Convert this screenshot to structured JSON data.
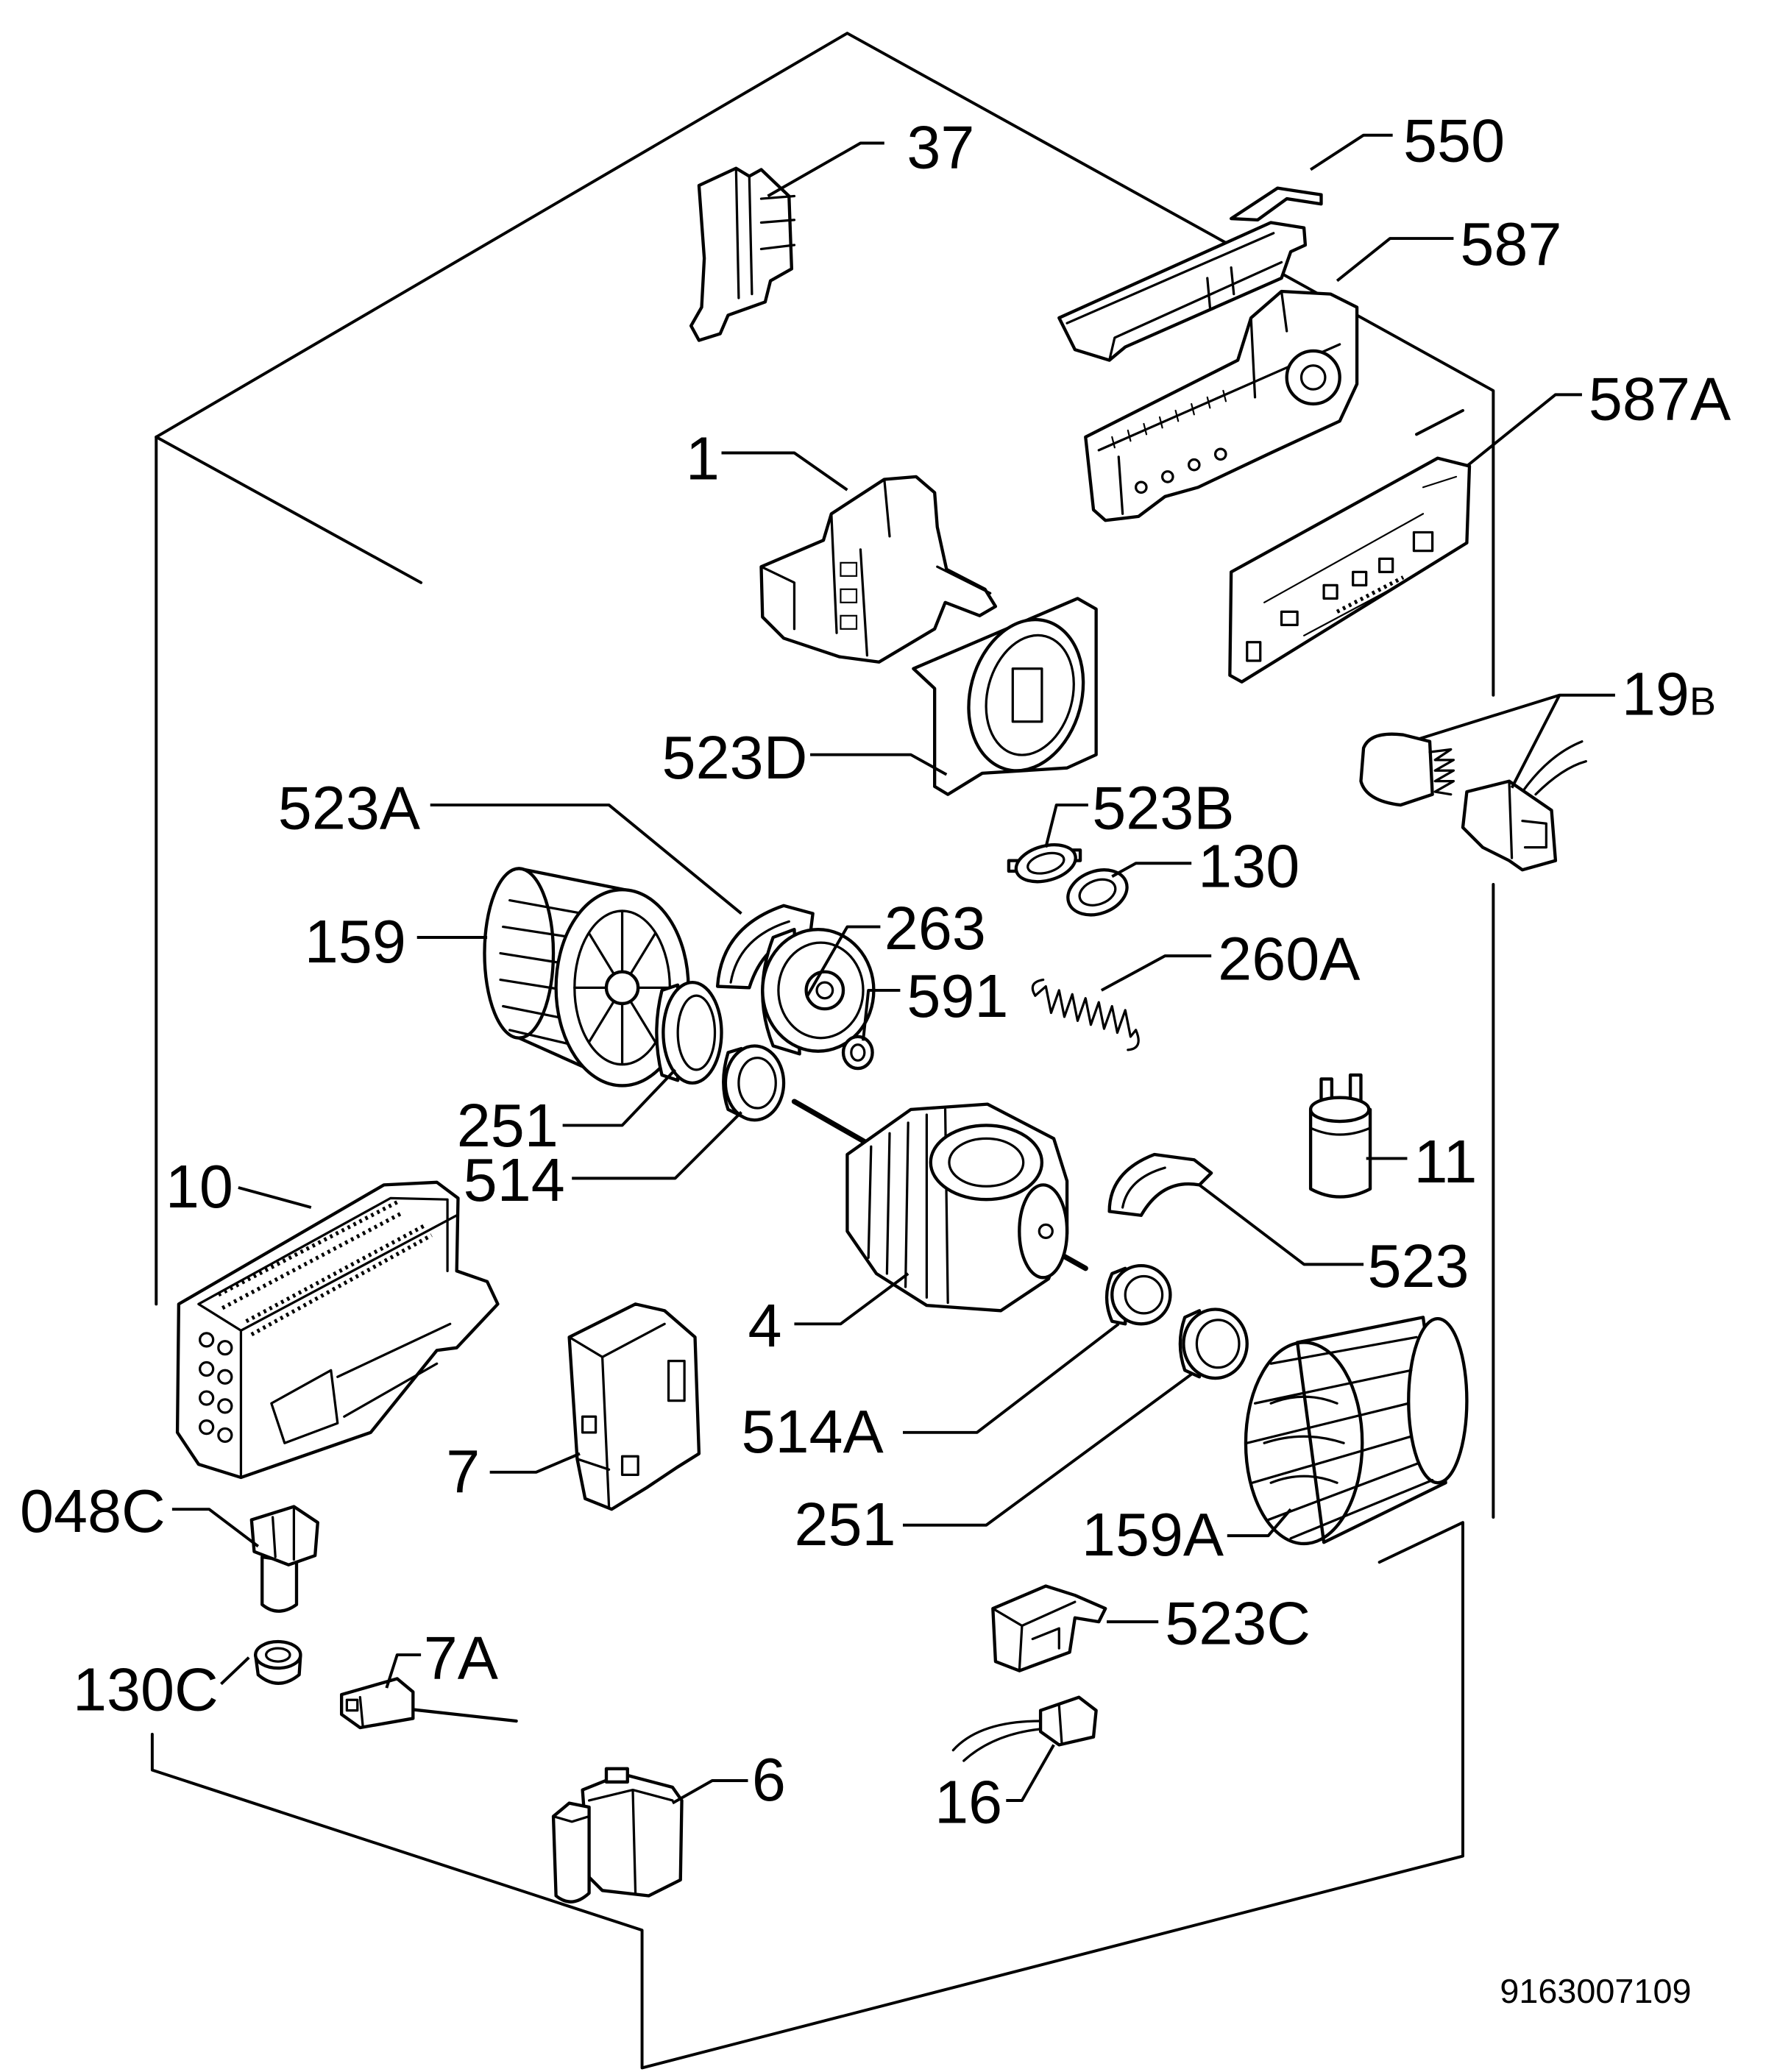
{
  "labels": {
    "p37": "37",
    "p550": "550",
    "p587": "587",
    "p587A": "587A",
    "p1": "1",
    "p523D": "523D",
    "p523A": "523A",
    "p523B": "523B",
    "p130": "130",
    "p19B": {
      "num": "19",
      "suffix": "B"
    },
    "p159": "159",
    "p263": "263",
    "p591": "591",
    "p260A": "260A",
    "p251a": "251",
    "p514": "514",
    "p11": "11",
    "p10": "10",
    "p523": "523",
    "p4": "4",
    "p514A": "514A",
    "p7": "7",
    "p048C": "048C",
    "p251b": "251",
    "p159A": "159A",
    "p523C": "523C",
    "p7A": "7A",
    "p130C": "130C",
    "p6": "6",
    "p16": "16"
  },
  "drawing_number": "9163007109",
  "colors": {
    "line": "#000000",
    "background": "#ffffff"
  }
}
